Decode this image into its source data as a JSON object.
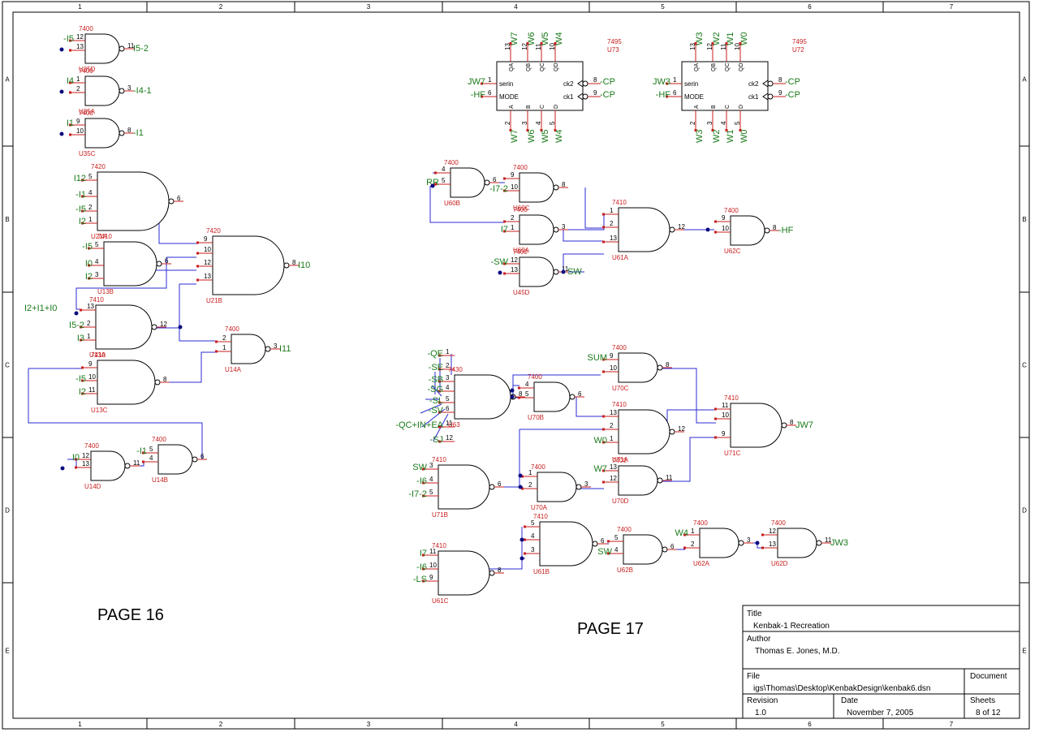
{
  "border": {
    "columns": [
      "1",
      "2",
      "3",
      "4",
      "5",
      "6",
      "7"
    ],
    "rows": [
      "A",
      "B",
      "C",
      "D",
      "E"
    ]
  },
  "page_labels": {
    "left": "PAGE 16",
    "right": "PAGE 17"
  },
  "title_block": {
    "title_caption": "Title",
    "title_value": "Kenbak-1 Recreation",
    "author_caption": "Author",
    "author_value": "Thomas E. Jones, M.D.",
    "file_caption": "File",
    "file_value": "igs\\Thomas\\Desktop\\KenbakDesign\\kenbak6.dsn",
    "document_caption": "Document",
    "revision_caption": "Revision",
    "revision_value": "1.0",
    "date_caption": "Date",
    "date_value": "November 7, 2005",
    "sheets_caption": "Sheets",
    "sheets_value": "8 of 12"
  },
  "shift_registers": [
    {
      "part": "7495",
      "ref": "U73",
      "top_nets": [
        "W7",
        "W6",
        "W5",
        "W4"
      ],
      "top_pins": [
        "13",
        "12",
        "11",
        "10"
      ],
      "top_names": [
        "QA",
        "QB",
        "QC",
        "QD"
      ],
      "bottom_nets": [
        "W7",
        "W6",
        "W5",
        "W4"
      ],
      "bottom_pins": [
        "2",
        "3",
        "4",
        "5"
      ],
      "bottom_names": [
        "A",
        "B",
        "C",
        "D"
      ],
      "left_nets": [
        "JW7",
        "-HF"
      ],
      "left_pins": [
        "1",
        "6"
      ],
      "left_names": [
        "serin",
        "MODE"
      ],
      "right_nets": [
        "-CP",
        "-CP"
      ],
      "right_pins": [
        "8",
        "9"
      ],
      "right_names": [
        "ck2",
        "ck1"
      ]
    },
    {
      "part": "7495",
      "ref": "U72",
      "top_nets": [
        "W3",
        "W2",
        "W1",
        "W0"
      ],
      "top_pins": [
        "13",
        "12",
        "11",
        "10"
      ],
      "top_names": [
        "QA",
        "QB",
        "QC",
        "QD"
      ],
      "bottom_nets": [
        "W3",
        "W2",
        "W1",
        "W0"
      ],
      "bottom_pins": [
        "2",
        "3",
        "4",
        "5"
      ],
      "bottom_names": [
        "A",
        "B",
        "C",
        "D"
      ],
      "left_nets": [
        "JW3",
        "-HF"
      ],
      "left_pins": [
        "1",
        "6"
      ],
      "left_names": [
        "serin",
        "MODE"
      ],
      "right_nets": [
        "-CP",
        "-CP"
      ],
      "right_pins": [
        "8",
        "9"
      ],
      "right_names": [
        "ck2",
        "ck1"
      ]
    }
  ],
  "gates": [
    {
      "part": "7400",
      "ref": "U35D",
      "in_pins": [
        "12",
        "13"
      ],
      "out_pin": "11",
      "in_nets": [
        "-I5",
        ""
      ],
      "out_net": "I5-2"
    },
    {
      "part": "7400",
      "ref": "U35A",
      "in_pins": [
        "1",
        "2"
      ],
      "out_pin": "3",
      "in_nets": [
        "I4",
        ""
      ],
      "out_net": "-I4-1"
    },
    {
      "part": "7400",
      "ref": "U35C",
      "in_pins": [
        "9",
        "10"
      ],
      "out_pin": "8",
      "in_nets": [
        "I1",
        ""
      ],
      "out_net": "-I1"
    },
    {
      "part": "7420",
      "ref": "U21A",
      "in_pins": [
        "5",
        "4",
        "2",
        "1"
      ],
      "out_pin": "6",
      "in_nets": [
        "I12",
        "-I1",
        "-I5",
        "I2"
      ],
      "out_net": ""
    },
    {
      "part": "7410",
      "ref": "U13B",
      "in_pins": [
        "5",
        "4",
        "3"
      ],
      "out_pin": "6",
      "in_nets": [
        "-I5",
        "I0",
        "I2"
      ],
      "out_net": ""
    },
    {
      "part": "7420",
      "ref": "U21B",
      "in_pins": [
        "9",
        "10",
        "12",
        "13"
      ],
      "out_pin": "8",
      "in_nets": [
        "",
        "",
        "",
        ""
      ],
      "out_net": "I10"
    },
    {
      "part": "7410",
      "ref": "U13A",
      "in_pins": [
        "13",
        "2",
        "1"
      ],
      "out_pin": "12",
      "in_nets": [
        "",
        "I5-2",
        "I3"
      ],
      "out_net": ""
    },
    {
      "part": "7400",
      "ref": "U14A",
      "in_pins": [
        "2",
        "1"
      ],
      "out_pin": "3",
      "in_nets": [
        "",
        ""
      ],
      "out_net": "I11"
    },
    {
      "part": "7410",
      "ref": "U13C",
      "in_pins": [
        "9",
        "10",
        "11"
      ],
      "out_pin": "8",
      "in_nets": [
        "",
        "-I5",
        "I2"
      ],
      "out_net": ""
    },
    {
      "part": "7400",
      "ref": "U14D",
      "in_pins": [
        "12",
        "13"
      ],
      "out_pin": "11",
      "in_nets": [
        "I0",
        ""
      ],
      "out_net": ""
    },
    {
      "part": "7400",
      "ref": "U14B",
      "in_pins": [
        "5",
        "4"
      ],
      "out_pin": "6",
      "in_nets": [
        "-I1",
        ""
      ],
      "out_net": ""
    },
    {
      "part": "7400",
      "ref": "U60B",
      "in_pins": [
        "4",
        "5"
      ],
      "out_pin": "6",
      "in_nets": [
        "",
        "RR"
      ],
      "out_net": ""
    },
    {
      "part": "7400",
      "ref": "U60C",
      "in_pins": [
        "9",
        "10"
      ],
      "out_pin": "8",
      "in_nets": [
        "",
        "-I7-2"
      ],
      "out_net": ""
    },
    {
      "part": "7400",
      "ref": "U60A",
      "in_pins": [
        "2",
        "1"
      ],
      "out_pin": "3",
      "in_nets": [
        "",
        "I7"
      ],
      "out_net": ""
    },
    {
      "part": "7400",
      "ref": "U45D",
      "in_pins": [
        "12",
        "13"
      ],
      "out_pin": "11",
      "in_nets": [
        "-SW",
        ""
      ],
      "out_net": "SW"
    },
    {
      "part": "7410",
      "ref": "U61A",
      "in_pins": [
        "1",
        "2",
        "13"
      ],
      "out_pin": "12",
      "in_nets": [
        "",
        "",
        ""
      ],
      "out_net": ""
    },
    {
      "part": "7400",
      "ref": "U62C",
      "in_pins": [
        "9",
        "10"
      ],
      "out_pin": "8",
      "in_nets": [
        "",
        ""
      ],
      "out_net": "-HF"
    },
    {
      "part": "7430",
      "ref": "U63",
      "in_pins": [
        "1",
        "2",
        "3",
        "4",
        "5",
        "6",
        "11",
        "12"
      ],
      "out_pin": "8",
      "in_nets": [
        "-QE",
        "-SE",
        "-SB",
        "-SG",
        "-SL",
        "-SV",
        "-QC+IN+EA",
        "-SJ"
      ],
      "out_net": ""
    },
    {
      "part": "7400",
      "ref": "U70B",
      "in_pins": [
        "4",
        "5"
      ],
      "out_pin": "6",
      "in_nets": [
        "",
        ""
      ],
      "out_net": ""
    },
    {
      "part": "7400",
      "ref": "U70C",
      "in_pins": [
        "9",
        "10"
      ],
      "out_pin": "8",
      "in_nets": [
        "SUM",
        ""
      ],
      "out_net": ""
    },
    {
      "part": "7410",
      "ref": "U71A",
      "in_pins": [
        "13",
        "2",
        "1"
      ],
      "out_pin": "12",
      "in_nets": [
        "",
        "",
        "W0"
      ],
      "out_net": ""
    },
    {
      "part": "7410",
      "ref": "U71C",
      "in_pins": [
        "11",
        "10",
        "9"
      ],
      "out_pin": "8",
      "in_nets": [
        "",
        "",
        ""
      ],
      "out_net": "JW7"
    },
    {
      "part": "7410",
      "ref": "U71B",
      "in_pins": [
        "3",
        "4",
        "5"
      ],
      "out_pin": "6",
      "in_nets": [
        "SW",
        "-I6",
        "-I7-2"
      ],
      "out_net": ""
    },
    {
      "part": "7400",
      "ref": "U70A",
      "in_pins": [
        "1",
        "2"
      ],
      "out_pin": "3",
      "in_nets": [
        "",
        ""
      ],
      "out_net": ""
    },
    {
      "part": "7400",
      "ref": "U70D",
      "in_pins": [
        "13",
        "12"
      ],
      "out_pin": "11",
      "in_nets": [
        "W7",
        ""
      ],
      "out_net": ""
    },
    {
      "part": "7410",
      "ref": "U61B",
      "in_pins": [
        "5",
        "4",
        "3"
      ],
      "out_pin": "6",
      "in_nets": [
        "",
        "",
        ""
      ],
      "out_net": ""
    },
    {
      "part": "7410",
      "ref": "U61C",
      "in_pins": [
        "11",
        "10",
        "9"
      ],
      "out_pin": "8",
      "in_nets": [
        "I7",
        "-I6",
        "-LS"
      ],
      "out_net": ""
    },
    {
      "part": "7400",
      "ref": "U62B",
      "in_pins": [
        "5",
        "4"
      ],
      "out_pin": "6",
      "in_nets": [
        "",
        "SW"
      ],
      "out_net": ""
    },
    {
      "part": "7400",
      "ref": "U62A",
      "in_pins": [
        "1",
        "2"
      ],
      "out_pin": "3",
      "in_nets": [
        "W4",
        ""
      ],
      "out_net": ""
    },
    {
      "part": "7400",
      "ref": "U62D",
      "in_pins": [
        "12",
        "13"
      ],
      "out_pin": "11",
      "in_nets": [
        "",
        ""
      ],
      "out_net": "JW3"
    }
  ],
  "net_labels": {
    "sum_of_inputs": "I2+I1+I0"
  },
  "colors": {
    "wire": "#2b2bd6",
    "pin": "#c81e1e",
    "net_text": "#1a7a1a",
    "part_text": "#c81e1e",
    "ink": "#000000"
  }
}
